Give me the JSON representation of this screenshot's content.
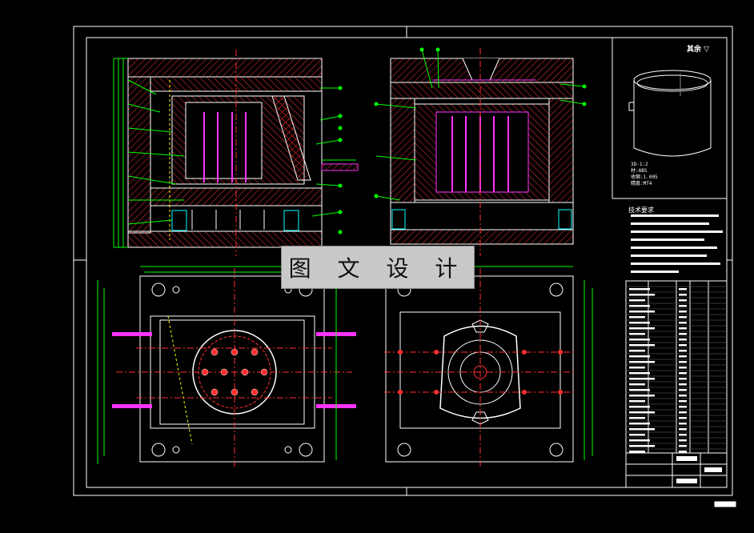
{
  "watermark": {
    "text": "图 文 设 计"
  },
  "title_block": {
    "roughness_note": "其余 ▽",
    "part_specs": [
      "3D-1:2",
      "材:ABS",
      "收缩:1.005",
      "精度:MT4"
    ],
    "notes_title": "技术要求"
  },
  "colors": {
    "background": "#000000",
    "frame": "#ffffff",
    "outline": "#ffffff",
    "hatch": "#ff3030",
    "centerline": "#ff3030",
    "dimension": "#00ff00",
    "hidden_line": "#ffff00",
    "cavity_part": "#ff33ff",
    "balloon": "#00ff00",
    "stamp": "#c9c9c9"
  },
  "views": [
    {
      "name": "section-a-left"
    },
    {
      "name": "section-b-right"
    },
    {
      "name": "plan-view-fixed-half"
    },
    {
      "name": "plan-view-moving-half"
    },
    {
      "name": "isometric-part-view"
    },
    {
      "name": "bill-of-materials"
    }
  ]
}
